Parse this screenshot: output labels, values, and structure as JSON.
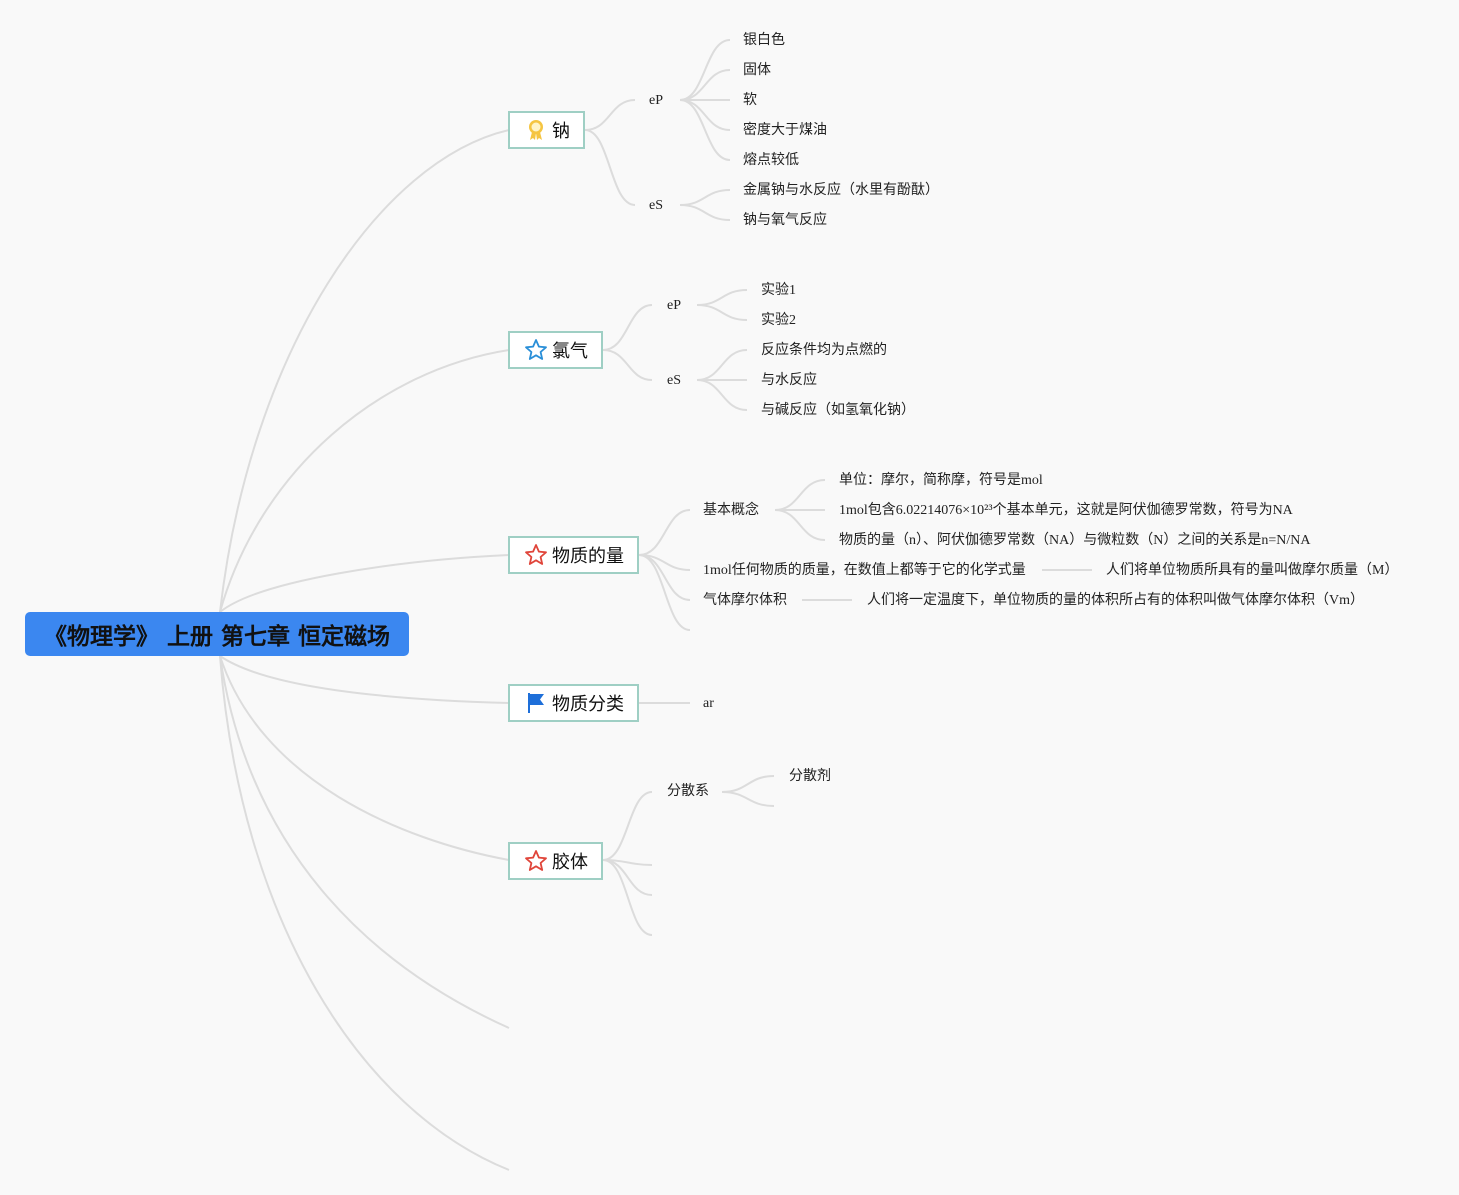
{
  "root": {
    "title": "《物理学》 上册 第七章 恒定磁场"
  },
  "branches": {
    "sodium": {
      "label": "钠",
      "icon": "award-ribbon-icon",
      "ep": {
        "label": "eP",
        "items": [
          "银白色",
          "固体",
          "软",
          "密度大于煤油",
          "熔点较低"
        ]
      },
      "es": {
        "label": "eS",
        "items": [
          "金属钠与水反应（水里有酚酞）",
          "钠与氧气反应"
        ]
      }
    },
    "chlorine": {
      "label": "氯气",
      "icon": "star-outline-blue-icon",
      "ep": {
        "label": "eP",
        "items": [
          "实验1",
          "实验2"
        ]
      },
      "es": {
        "label": "eS",
        "items": [
          "反应条件均为点燃的",
          "与水反应",
          "与碱反应（如氢氧化钠）"
        ]
      }
    },
    "amount": {
      "label": "物质的量",
      "icon": "star-outline-red-icon",
      "basic": {
        "label": "基本概念",
        "items": [
          "单位：摩尔，简称摩，符号是mol",
          "1mol包含6.02214076×10²³个基本单元，这就是阿伏伽德罗常数，符号为NA",
          "物质的量（n）、阿伏伽德罗常数（NA）与微粒数（N）之间的关系是n=N/NA"
        ]
      },
      "molar_mass": {
        "label": "1mol任何物质的质量，在数值上都等于它的化学式量",
        "child": "人们将单位物质所具有的量叫做摩尔质量（M）"
      },
      "molar_volume": {
        "label": "气体摩尔体积",
        "child": "人们将一定温度下，单位物质的量的体积所占有的体积叫做气体摩尔体积（Vm）"
      }
    },
    "classification": {
      "label": "物质分类",
      "icon": "flag-icon",
      "child": "ar"
    },
    "colloid": {
      "label": "胶体",
      "icon": "star-outline-red-icon",
      "dispersion": {
        "label": "分散系",
        "items": [
          "分散剂"
        ]
      }
    }
  },
  "colors": {
    "root_fill": "#3b87f0",
    "branch_border": "#9fcfc4",
    "edge": "#dcdcdc",
    "background": "#f9f9f9"
  }
}
